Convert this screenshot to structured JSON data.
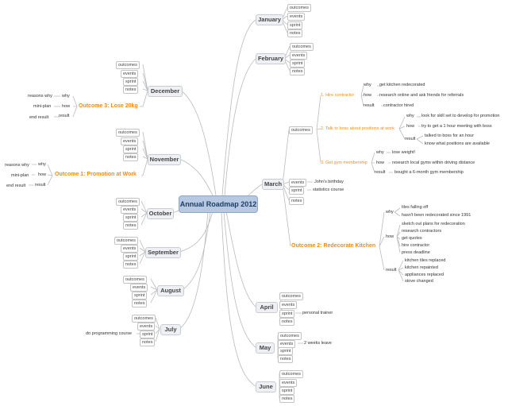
{
  "center": "Annual Roadmap 2012",
  "months": {
    "january": "January",
    "february": "February",
    "march": "March",
    "april": "April",
    "may": "May",
    "june": "June",
    "july": "July",
    "august": "August",
    "september": "September",
    "october": "October",
    "november": "November",
    "december": "December"
  },
  "leaf": {
    "outcomes": "outcomes",
    "events": "events",
    "sprint": "sprint",
    "notes": "notes"
  },
  "march_outcomes": {
    "g1": "1. Hire contractor",
    "g1_why": "get kitchen redecorated",
    "g1_how": "research online and ask friends for referrals",
    "g1_result": "contractor hired",
    "g2": "2. Talk to boss about positions at work",
    "g2_why": "look for skill set to develop for promotion",
    "g2_how": "try to get a 1 hour meeting with boss",
    "g2_result1": "talked to boss for an hour",
    "g2_result2": "know what positions are available",
    "g3": "3. Get gym membership",
    "g3_why": "lose weight!",
    "g3_how": "research local gyms within driving distance",
    "g3_result": "bought a 6-month gym membership"
  },
  "march_events_note": "John's birthday",
  "march_sprint_note": "statistics course",
  "kitchen": {
    "title": "Outcome 2: Redecorate Kitchen",
    "why": [
      "tiles falling off",
      "hasn't been redecorated since 1991"
    ],
    "how": [
      "sketch out plans for redecoration",
      "research contractors",
      "get quotes",
      "hire contractor",
      "press deadline"
    ],
    "result": [
      "kitchen tiles replaced",
      "kitchen repainted",
      "appliances replaced",
      "stove changed"
    ]
  },
  "april_sprint_note": "personal trainer",
  "may_events_note": "2 weeks leave",
  "july_sprint_note": "do programming course",
  "lose20": {
    "title": "Outcome 3: Lose 20kg",
    "why": "reasons why",
    "how": "mini-plan",
    "result": "end result"
  },
  "promotion": {
    "title": "Outcome 1: Promotion at Work",
    "why": "reasons why",
    "how": "mini-plan",
    "result": "end result"
  },
  "words": {
    "why": "why",
    "how": "how",
    "result": "result"
  }
}
